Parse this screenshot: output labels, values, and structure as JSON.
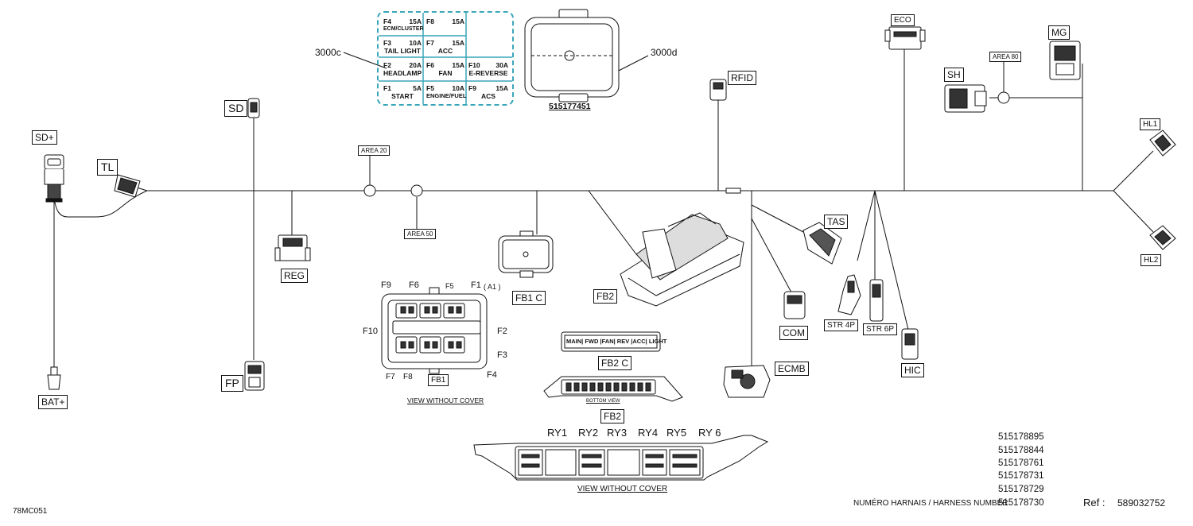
{
  "labels": {
    "sd_plus": "SD+",
    "bat_plus": "BAT+",
    "tl": "TL",
    "sd": "SD",
    "fp": "FP",
    "reg": "REG",
    "area20": "AREA 20",
    "area50": "AREA 50",
    "area80": "AREA 80",
    "c3000c": "3000c",
    "c3000d": "3000d",
    "pn_cover": "515177451",
    "rfid": "RFID",
    "eco": "ECO",
    "mg": "MG",
    "sh": "SH",
    "hl1": "HL1",
    "hl2": "HL2",
    "tas": "TAS",
    "com": "COM",
    "ecmb": "ECMB",
    "str4p": "STR 4P",
    "str6p": "STR 6P",
    "hic": "HIC",
    "fb1c": "FB1 C",
    "fb1": "FB1",
    "fb2": "FB2",
    "fb2c": "FB2 C",
    "fb2_bottom": "FB2",
    "bottom_view": "BOTTOM VIEW",
    "view_without_cover_1": "VIEW WITHOUT COVER",
    "view_without_cover_2": "VIEW WITHOUT COVER",
    "fb2c_strip": "MAIN| FWD |FAN| REV |ACC| LIGHT",
    "pins": {
      "f9": "F9",
      "f6": "F6",
      "f5": "F5",
      "f1": "F1",
      "a1": "( A1 )",
      "f10": "F10",
      "f2": "F2",
      "f3": "F3",
      "f7": "F7",
      "f8": "F8",
      "f4": "F4"
    },
    "relays": {
      "ry1": "RY1",
      "ry2": "RY2",
      "ry3": "RY3",
      "ry4": "RY4",
      "ry5": "RY5",
      "ry6": "RY 6"
    }
  },
  "fuse_table": [
    {
      "id": "F4",
      "amp": "15A",
      "name": "ECM/CLUSTER"
    },
    {
      "id": "F8",
      "amp": "15A",
      "name": ""
    },
    {
      "id": "F3",
      "amp": "10A",
      "name": "TAIL LIGHT"
    },
    {
      "id": "F7",
      "amp": "15A",
      "name": "ACC"
    },
    {
      "id": "F2",
      "amp": "20A",
      "name": "HEADLAMP"
    },
    {
      "id": "F6",
      "amp": "15A",
      "name": "FAN"
    },
    {
      "id": "F10",
      "amp": "30A",
      "name": "E-REVERSE"
    },
    {
      "id": "F1",
      "amp": "5A",
      "name": "START"
    },
    {
      "id": "F5",
      "amp": "10A",
      "name": "ENGINE/FUEL"
    },
    {
      "id": "F9",
      "amp": "15A",
      "name": "ACS"
    }
  ],
  "harness_numbers": [
    "515178895",
    "515178844",
    "515178761",
    "515178731",
    "515178729",
    "515178730"
  ],
  "footer": {
    "drawing_code": "78MC051",
    "harness_label": "NUMÉRO HARNAIS / HARNESS NUMBER",
    "ref_label": "Ref :",
    "ref_value": "589032752"
  },
  "colors": {
    "wire": "#111111",
    "fuse_border": "#3aa6b9"
  }
}
